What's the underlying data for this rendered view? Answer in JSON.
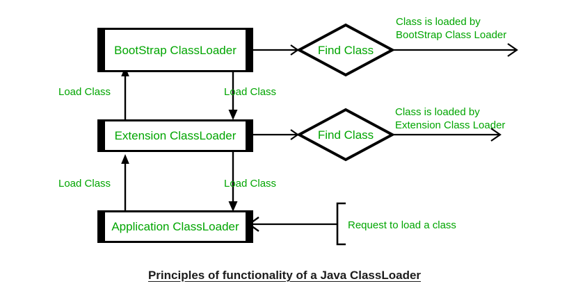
{
  "diagram": {
    "caption": "Principles of functionality of a Java ClassLoader",
    "colors": {
      "label_green": "#00a500",
      "stroke_black": "#000000",
      "caption_dark": "#1c1c1c",
      "background": "#ffffff"
    },
    "loaders": [
      {
        "id": "bootstrap",
        "label": "BootStrap ClassLoader"
      },
      {
        "id": "extension",
        "label": "Extension ClassLoader"
      },
      {
        "id": "application",
        "label": "Application ClassLoader"
      }
    ],
    "decisions": [
      {
        "id": "find-class-bootstrap",
        "label": "Find Class"
      },
      {
        "id": "find-class-extension",
        "label": "Find Class"
      }
    ],
    "outcomes": [
      {
        "id": "bootstrap-result",
        "line1": "Class is loaded by",
        "line2": "BootStrap Class Loader"
      },
      {
        "id": "extension-result",
        "line1": "Class is loaded by",
        "line2": "Extension Class Loader"
      }
    ],
    "edge_labels": [
      {
        "id": "load-class-ext-to-boot",
        "label": "Load Class"
      },
      {
        "id": "load-class-boot-to-ext",
        "label": "Load Class"
      },
      {
        "id": "load-class-app-to-ext",
        "label": "Load Class"
      },
      {
        "id": "load-class-ext-to-app",
        "label": "Load Class"
      }
    ],
    "request_note": "Request to load a class"
  }
}
